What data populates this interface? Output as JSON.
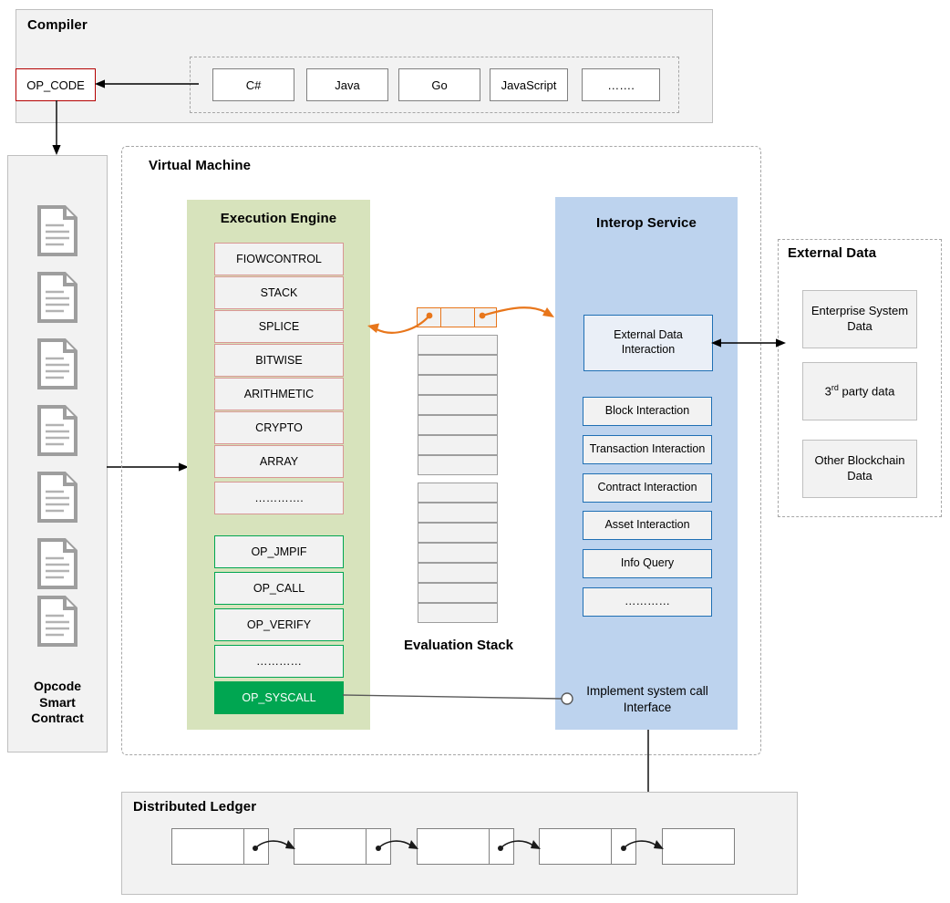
{
  "compiler": {
    "title": "Compiler",
    "opcode_box": "OP_CODE",
    "languages": [
      "C#",
      "Java",
      "Go",
      "JavaScript",
      "……."
    ]
  },
  "opcode_contract": {
    "label": "Opcode\nSmart\nContract",
    "label_line1": "Opcode",
    "label_line2": "Smart",
    "label_line3": "Contract",
    "doc_count": 7,
    "doc_icon": "document-icon"
  },
  "virtual_machine": {
    "title": "Virtual Machine",
    "execution_engine": {
      "title": "Execution Engine",
      "opcodes": [
        "FIOWCONTROL",
        "STACK",
        "SPLICE",
        "BITWISE",
        "ARITHMETIC",
        "CRYPTO",
        "ARRAY",
        "…………."
      ],
      "ops": [
        "OP_JMPIF",
        "OP_CALL",
        "OP_VERIFY",
        "…………"
      ],
      "syscall": "OP_SYSCALL"
    },
    "evaluation_stack": {
      "label": "Evaluation Stack",
      "top_cells": 3,
      "upper_rows": 7,
      "lower_rows": 7
    },
    "interop_service": {
      "title": "Interop Service",
      "primary": "External Data Interaction",
      "primary_line1": "External Data",
      "primary_line2": "Interaction",
      "items": [
        "Block Interaction",
        "Transaction Interaction",
        "Contract Interaction",
        "Asset Interaction",
        "Info Query",
        "…………"
      ],
      "syscall_note_line1": "Implement system call",
      "syscall_note_line2": "Interface"
    }
  },
  "external_data": {
    "title": "External Data",
    "items": [
      "Enterprise System Data",
      "3rd party data",
      "Other Blockchain Data"
    ],
    "item0_line1": "Enterprise System",
    "item0_line2": "Data",
    "item1_pre": "3",
    "item1_sup": "rd",
    "item1_post": " party data",
    "item2_line1": "Other Blockchain",
    "item2_line2": "Data"
  },
  "distributed_ledger": {
    "title": "Distributed Ledger",
    "block_count": 5
  },
  "colors": {
    "execution_engine_bg": "#d7e3bc",
    "interop_service_bg": "#bdd3ee",
    "opcode_border": "#b40000",
    "opcode_box_border": "#d99694",
    "op_green": "#00a651",
    "interop_border": "#1f6fb4",
    "stack_orange": "#e8761b",
    "panel_bg": "#f2f2f2",
    "panel_border": "#bfbfbf"
  }
}
